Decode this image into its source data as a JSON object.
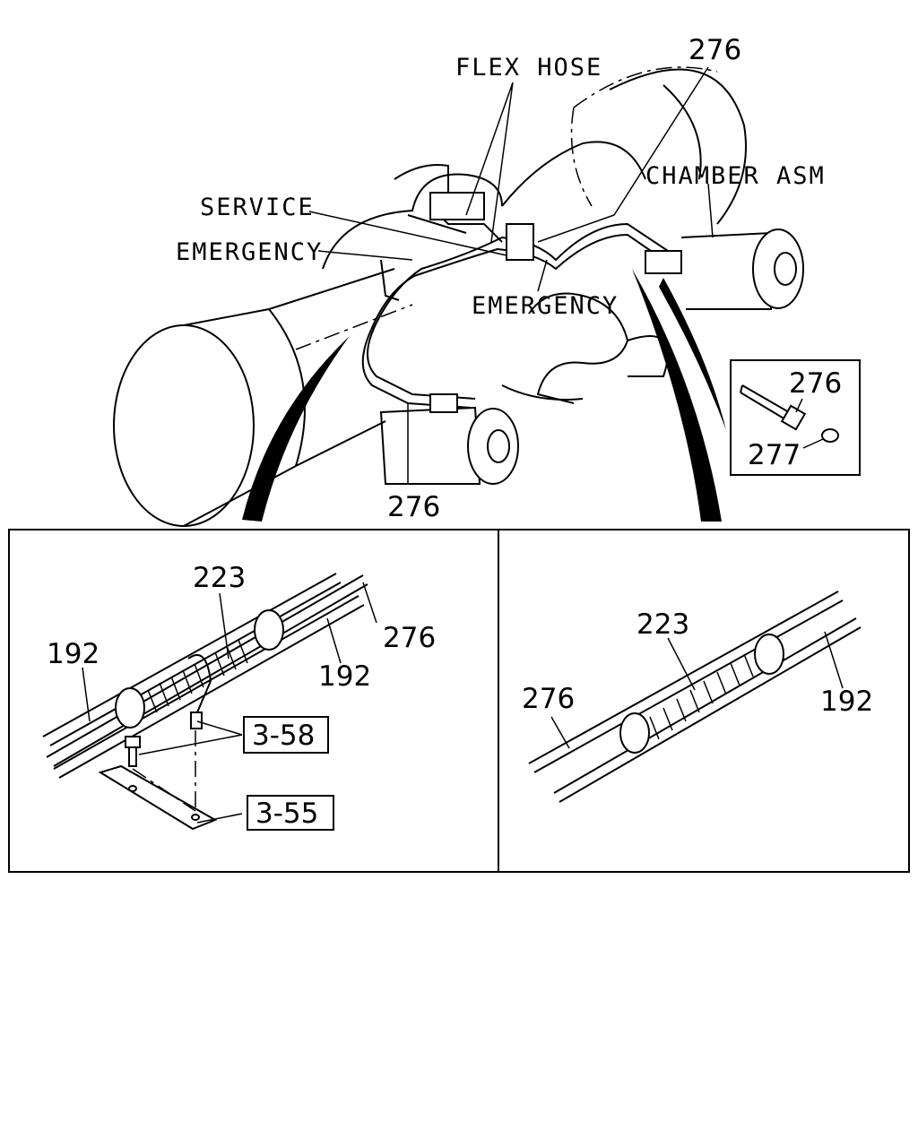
{
  "top": {
    "flex_hose": "FLEX HOSE",
    "service": "SERVICE",
    "emergency_left": "EMERGENCY",
    "emergency_right": "EMERGENCY",
    "chamber_asm": "CHAMBER ASM",
    "part_276_top": "276",
    "part_276_bottom": "276",
    "inset_276": "276",
    "inset_277": "277"
  },
  "left_panel": {
    "part_223": "223",
    "part_276": "276",
    "part_192_left": "192",
    "part_192_right": "192",
    "ref_358": "3-58",
    "ref_355": "3-55"
  },
  "right_panel": {
    "part_223": "223",
    "part_276": "276",
    "part_192": "192"
  }
}
